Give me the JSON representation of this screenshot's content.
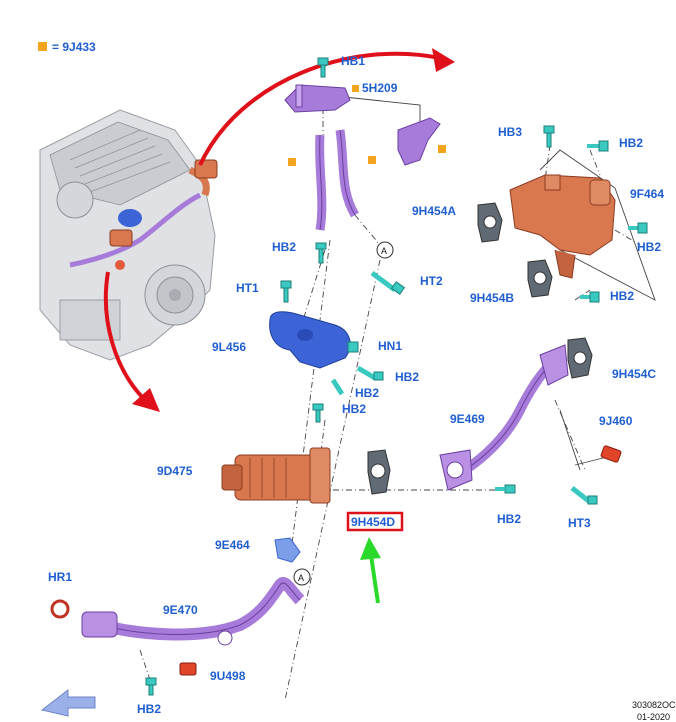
{
  "legend": {
    "text": "= 9J433",
    "color": "#f5a41e"
  },
  "labels": {
    "hb1": "HB1",
    "ref_5h209": "5H209",
    "hb3": "HB3",
    "hb2_a": "HB2",
    "ref_9f464": "9F464",
    "ref_9h454a": "9H454A",
    "hb2_b": "HB2",
    "hb2_c": "HB2",
    "ht2": "HT2",
    "ref_9h454b": "9H454B",
    "hb2_d": "HB2",
    "ht1": "HT1",
    "ref_9l456": "9L456",
    "hn1": "HN1",
    "hb2_e": "HB2",
    "hb2_f": "HB2",
    "hb2_g": "HB2",
    "ref_9h454c": "9H454C",
    "ref_9e469": "9E469",
    "ref_9j460": "9J460",
    "ref_9d475": "9D475",
    "hb2_h": "HB2",
    "ht3": "HT3",
    "ref_9h454d": "9H454D",
    "ref_9e464": "9E464",
    "hr1": "HR1",
    "ref_9e470": "9E470",
    "ref_9u498": "9U498",
    "hb2_i": "HB2",
    "callout_a1": "A",
    "callout_a2": "A"
  },
  "footer": {
    "id": "303082OC",
    "date": "01-2020"
  },
  "colors": {
    "label": "#1f5fd1",
    "highlight": "#e0101a",
    "arrow_red": "#e0101a",
    "arrow_green": "#2bd92b",
    "pipe": "#a77bd9",
    "copper": "#d9774f",
    "bolt": "#39c9c1",
    "bracket": "#3d64d6"
  }
}
